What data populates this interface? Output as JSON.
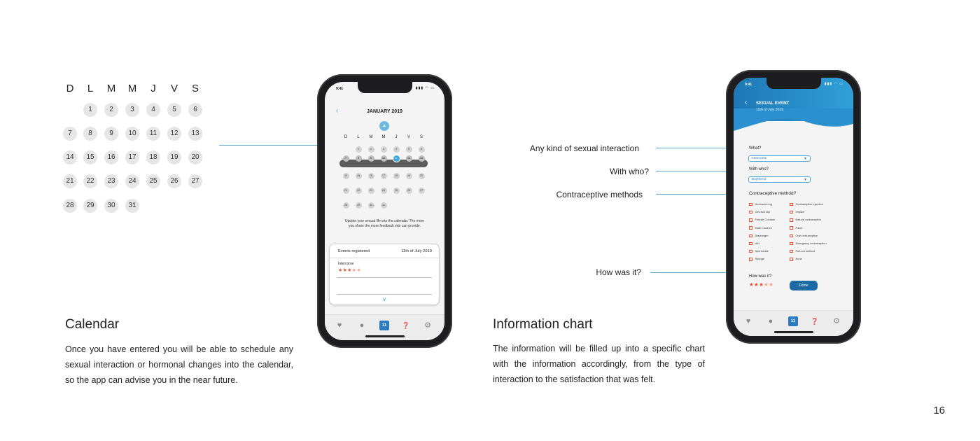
{
  "big_calendar": {
    "weekdays": [
      "D",
      "L",
      "M",
      "M",
      "J",
      "V",
      "S"
    ],
    "days": [
      "1",
      "2",
      "3",
      "4",
      "5",
      "6",
      "7",
      "8",
      "9",
      "10",
      "11",
      "12",
      "13",
      "14",
      "15",
      "16",
      "17",
      "18",
      "19",
      "20",
      "21",
      "22",
      "23",
      "24",
      "25",
      "26",
      "27",
      "28",
      "29",
      "30",
      "31"
    ]
  },
  "calendar_section": {
    "title": "Calendar",
    "text": "Once you have entered you will be able to schedule any sexual interaction or hormonal changes into the calendar, so the app can advise you in the near future."
  },
  "info_section": {
    "title": "Information chart",
    "text": "The information will be filled up into a specific chart with the information accordingly, from the type of interaction to the satisfaction that was felt."
  },
  "labels": {
    "interaction": "Any kind of sexual interaction",
    "with_who": "With who?",
    "contraceptive": "Contraceptive methods",
    "how_was_it": "How was it?"
  },
  "page_number": "16",
  "phone1": {
    "time": "9:41",
    "month_title": "JANUARY 2019",
    "weekdays": [
      "D",
      "L",
      "M",
      "M",
      "J",
      "V",
      "S"
    ],
    "today": "11",
    "message": "Update your sexual life into the calendar. The more you share the more feedback edn can provide.",
    "events": {
      "header": "Events registered",
      "date": "11th of July 2019",
      "type": "Intercorse",
      "rating": 3,
      "max_rating": 5
    }
  },
  "phone2": {
    "time": "9:41",
    "header_title": "SEXUAL EVENT",
    "header_date": "11th of July 2019",
    "what_label": "What?",
    "what_value": "Intercorse",
    "with_label": "With who?",
    "with_value": "Boyfriend",
    "contraceptive_label": "Contraceptive method?",
    "methods_left": [
      "Hormonal ring",
      "Cervical cap",
      "Female Condom",
      "Male Condom",
      "Diaphragm",
      "UID",
      "Spermicide",
      "Sponge"
    ],
    "methods_right": [
      "Contraceptive injection",
      "Implant",
      "Natural contraceptive",
      "Patch",
      "Oral contraceptive",
      "Emergency contraception",
      "Pull-out method",
      "None"
    ],
    "how_label": "How was it?",
    "rating": 3,
    "max_rating": 5,
    "done_label": "Done"
  },
  "colors": {
    "accent": "#3fa4d8",
    "header_blue": "#1e77b6",
    "star": "#e2502f",
    "connector": "#5aa7c8"
  },
  "icons": {
    "tabs": [
      "heart-icon",
      "location-pin-icon",
      "calendar-icon",
      "help-icon",
      "gear-icon"
    ]
  }
}
